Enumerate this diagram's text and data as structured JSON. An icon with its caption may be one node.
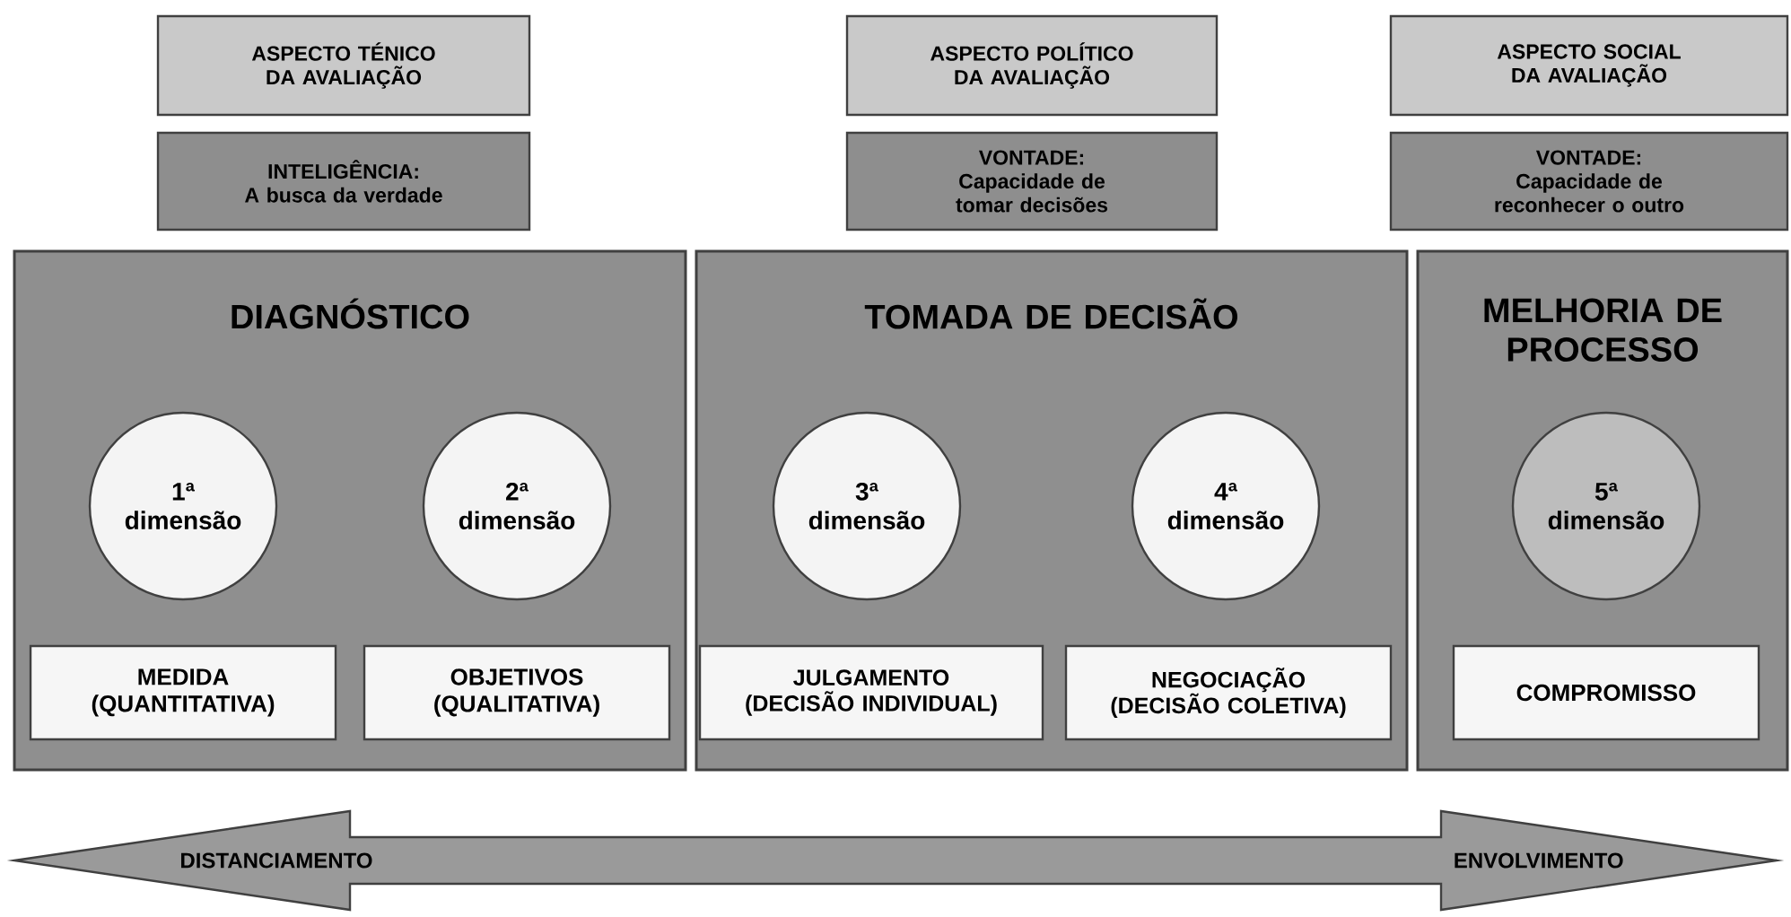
{
  "diagram": {
    "nodes": [
      {
        "text": [
          "ASPECTO TÉNICO DA AVALIAÇÃO"
        ]
      },
      {
        "text": [
          "ASPECTO POLÍTICO DA AVALIAÇÃO"
        ]
      },
      {
        "text": [
          "ASPECTO SOCIAL DA AVALIAÇÃO"
        ]
      },
      {
        "text": [
          "INTELIGÊNCIA:",
          "A busca da verdade"
        ]
      },
      {
        "text": [
          "VONTADE:",
          "Capacidade de tomar decisões"
        ]
      },
      {
        "text": [
          "VONTADE:",
          "Capacidade de reconhecer o outro"
        ]
      },
      {
        "text": [
          "DIAGNÓSTICO"
        ]
      },
      {
        "text": [
          "1ª dimensão"
        ],
        "in": 6
      },
      {
        "text": [
          "2ª dimensão"
        ],
        "in": 6
      },
      {
        "text": [
          "MEDIDA",
          "(QUANTITATIVA)"
        ],
        "in": 6
      },
      {
        "text": [
          "OBJETIVOS",
          "(QUALITATIVA)"
        ],
        "in": 6
      },
      {
        "text": [
          "TOMADA DE DECISÃO"
        ]
      },
      {
        "text": [
          "3ª dimensão"
        ],
        "in": 11
      },
      {
        "text": [
          "4ª dimensão"
        ],
        "in": 11
      },
      {
        "text": [
          "JULGAMENTO",
          "(DECISÃO INDIVIDUAL)"
        ],
        "in": 11
      },
      {
        "text": [
          "NEGOCIAÇÃO",
          "(DECISÃO COLETIVA)"
        ],
        "in": 11
      },
      {
        "text": [
          "MELHORIA DE PROCESSO"
        ]
      },
      {
        "text": [
          "5ª dimensão"
        ],
        "in": 16
      },
      {
        "text": [
          "COMPROMISSO"
        ],
        "in": 16
      },
      {
        "text": [
          "DISTANCIAMENTO",
          "ENVOLVIMENTO"
        ]
      }
    ]
  }
}
